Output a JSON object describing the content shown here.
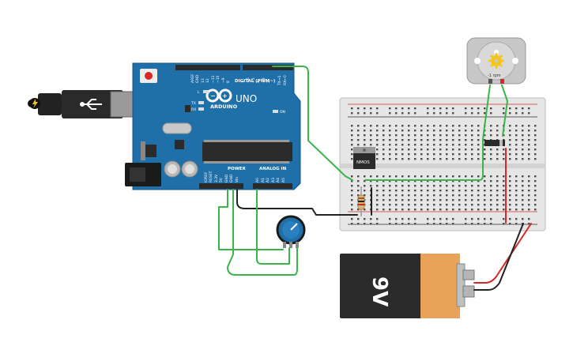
{
  "arduino": {
    "brand": "ARDUINO",
    "model": "UNO",
    "digital_label": "DIGITAL (PWM~)",
    "power_label": "POWER",
    "analog_label": "ANALOG IN",
    "on_label": "ON",
    "l_label": "L",
    "tx_label": "TX",
    "rx_label": "RX",
    "top_pins": [
      "AREF",
      "GND",
      "13",
      "12",
      "~11",
      "~10",
      "~9",
      "8",
      "7",
      "~6",
      "~5",
      "4",
      "~3",
      "2",
      "TX→1",
      "RX←0"
    ],
    "power_pins": [
      "IOREF",
      "RESET",
      "3.3V",
      "5V",
      "GND",
      "GND",
      "Vin"
    ],
    "analog_pins": [
      "A0",
      "A1",
      "A2",
      "A3",
      "A4",
      "A5"
    ]
  },
  "mosfet": {
    "label": "NMOS"
  },
  "motor": {
    "label": "-1 rpm"
  },
  "battery": {
    "label": "9V"
  },
  "colors": {
    "arduino_blue": "#1f6fa8",
    "wire_green": "#39b54a",
    "wire_red": "#d62828",
    "wire_black": "#222222",
    "battery_orange": "#e8a25a",
    "battery_dark": "#2b2b2b"
  },
  "icons": [
    "usb-plug-icon",
    "lightning-icon",
    "infinity-logo-icon",
    "gear-icon"
  ]
}
